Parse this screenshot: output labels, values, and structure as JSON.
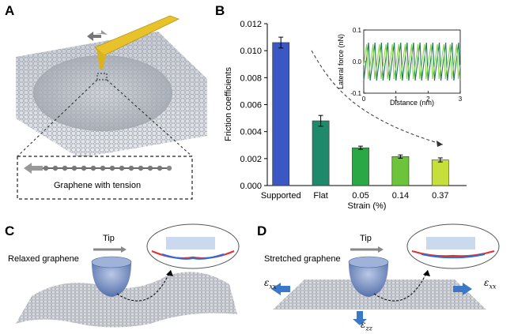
{
  "panels": {
    "a": {
      "label": "A",
      "caption": "Graphene with tension"
    },
    "b": {
      "label": "B"
    },
    "c": {
      "label": "C",
      "tip_label": "Tip",
      "sheet_label": "Relaxed graphene"
    },
    "d": {
      "label": "D",
      "tip_label": "Tip",
      "sheet_label": "Stretched graphene",
      "strain_xx": "ε",
      "strain_xx_sub": "xx",
      "strain_zz": "ε",
      "strain_zz_sub": "zz"
    }
  },
  "colors": {
    "bar_supported": "#3a57c4",
    "bar_flat": "#1f8a6b",
    "bar_005": "#2aa845",
    "bar_014": "#6cc43a",
    "bar_037": "#c6df3a",
    "inset_dark": "#1a7a55",
    "inset_light": "#8cd24a",
    "tip_gold": "#e7c22a",
    "tip_blue": "#5b7bb8"
  },
  "chart_data": [
    {
      "type": "bar",
      "categories": [
        "Supported",
        "Flat",
        "0.05",
        "0.14",
        "0.37"
      ],
      "values": [
        0.0106,
        0.0048,
        0.0028,
        0.00215,
        0.0019
      ],
      "errors": [
        0.0004,
        0.0004,
        0.00012,
        0.00012,
        0.00015
      ],
      "xlabel": "Strain (%)",
      "ylabel": "Friction coefficients",
      "ylim": [
        0,
        0.012
      ],
      "yticks": [
        "0.000",
        "0.002",
        "0.004",
        "0.006",
        "0.008",
        "0.010",
        "0.012"
      ],
      "grid": false
    },
    {
      "type": "line",
      "xlabel": "Distance (nm)",
      "ylabel": "Lateral force (nN)",
      "xlim": [
        0,
        3
      ],
      "ylim": [
        -0.1,
        0.1
      ],
      "xticks": [
        "0",
        "1",
        "2",
        "3"
      ],
      "yticks": [
        "-0.1",
        "0.0",
        "0.1"
      ],
      "series": [
        {
          "period": 0.2,
          "amplitude": 0.06,
          "phase": 0.0
        },
        {
          "period": 0.2,
          "amplitude": 0.055,
          "phase": 0.3
        }
      ]
    }
  ]
}
